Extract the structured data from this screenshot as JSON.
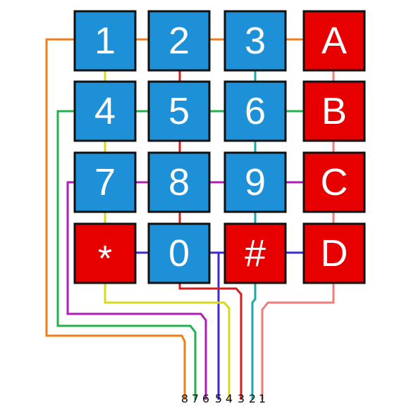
{
  "keypad": {
    "rows": [
      [
        {
          "label": "1",
          "color": "#1e90d8"
        },
        {
          "label": "2",
          "color": "#1e90d8"
        },
        {
          "label": "3",
          "color": "#1e90d8"
        },
        {
          "label": "A",
          "color": "#e60000"
        }
      ],
      [
        {
          "label": "4",
          "color": "#1e90d8"
        },
        {
          "label": "5",
          "color": "#1e90d8"
        },
        {
          "label": "6",
          "color": "#1e90d8"
        },
        {
          "label": "B",
          "color": "#e60000"
        }
      ],
      [
        {
          "label": "7",
          "color": "#1e90d8"
        },
        {
          "label": "8",
          "color": "#1e90d8"
        },
        {
          "label": "9",
          "color": "#1e90d8"
        },
        {
          "label": "C",
          "color": "#e60000"
        }
      ],
      [
        {
          "label": "*",
          "color": "#e60000"
        },
        {
          "label": "0",
          "color": "#1e90d8"
        },
        {
          "label": "#",
          "color": "#e60000"
        },
        {
          "label": "D",
          "color": "#e60000"
        }
      ]
    ]
  },
  "pins": [
    "8",
    "7",
    "6",
    "5",
    "4",
    "3",
    "2",
    "1"
  ],
  "wires": {
    "row1": "#f07f1a",
    "row2": "#22b24c",
    "row3": "#b01cb8",
    "row4": "#3a2ad8",
    "col1": "#d8d81e",
    "col2": "#d41e1e",
    "col3": "#1aa8a8",
    "col4": "#f07c7c"
  }
}
